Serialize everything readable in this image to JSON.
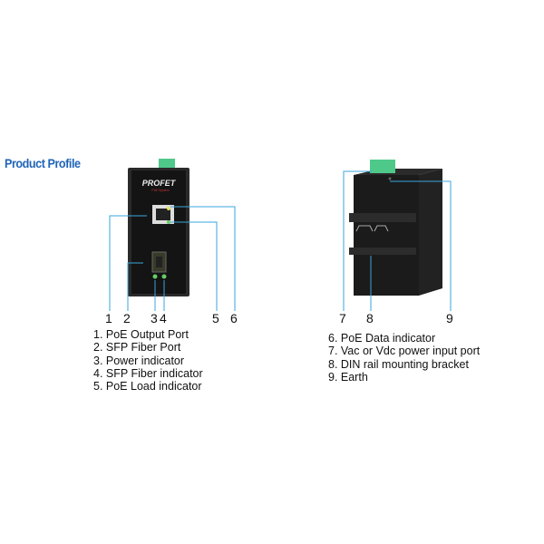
{
  "title": "Product Profile",
  "brand": {
    "logo": "PROFET",
    "sub": "PoE System"
  },
  "callouts": {
    "front": [
      "1",
      "2",
      "3",
      "4",
      "5",
      "6"
    ],
    "back": [
      "7",
      "8",
      "9"
    ]
  },
  "legend_left": [
    "1. PoE Output Port",
    "2. SFP Fiber Port",
    "3. Power indicator",
    "4. SFP Fiber indicator",
    "5. PoE Load indicator"
  ],
  "legend_right": [
    "6. PoE Data indicator",
    "7. Vac or Vdc power input port",
    "8. DIN rail mounting bracket",
    "9. Earth"
  ],
  "colors": {
    "title": "#1e64b8",
    "leader": "#3aa6dc",
    "terminal": "#4fc98a",
    "body": "#1b1b1b"
  }
}
